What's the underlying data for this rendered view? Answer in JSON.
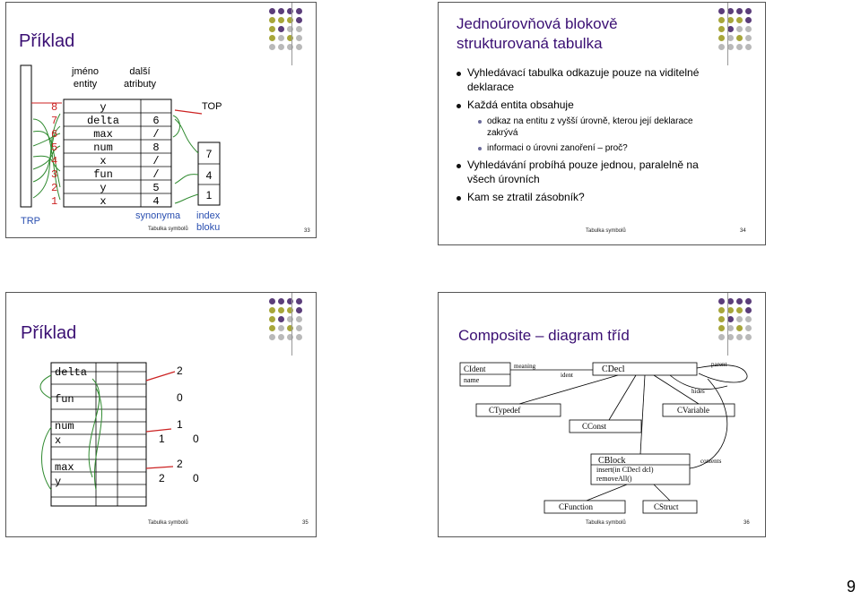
{
  "slide33": {
    "title": "Příklad",
    "col_header_1": "jméno entity",
    "col_header_2": "další atributy",
    "rows": [
      {
        "num": "8",
        "name": "y",
        "attr": ""
      },
      {
        "num": "7",
        "name": "delta",
        "attr": "6"
      },
      {
        "num": "6",
        "name": "max",
        "attr": "/"
      },
      {
        "num": "5",
        "name": "num",
        "attr": "8"
      },
      {
        "num": "4",
        "name": "x",
        "attr": "/"
      },
      {
        "num": "3",
        "name": "fun",
        "attr": "/"
      },
      {
        "num": "2",
        "name": "y",
        "attr": "5"
      },
      {
        "num": "1",
        "name": "x",
        "attr": "4"
      }
    ],
    "top_label": "TOP",
    "stack_values": [
      "7",
      "4",
      "1"
    ],
    "trp_label": "TRP",
    "synonyma_label": "synonyma",
    "index_label_1": "index",
    "index_label_2": "bloku",
    "footer": "Tabulka symbolů",
    "page": "33"
  },
  "slide34": {
    "title_line1": "Jednoúrovňová blokově",
    "title_line2": "strukturovaná tabulka",
    "bullets": [
      {
        "text": "Vyhledávací tabulka odkazuje pouze na viditelné deklarace",
        "level": 1
      },
      {
        "text": "Každá entita obsahuje",
        "level": 1
      },
      {
        "text": "odkaz na entitu z vyšší úrovně, kterou její deklarace zakrývá",
        "level": 2
      },
      {
        "text": "informaci o úrovni zanoření – proč?",
        "level": 2
      },
      {
        "text": "Vyhledávání probíhá pouze jednou, paralelně na všech úrovních",
        "level": 1
      },
      {
        "text": "Kam se ztratil zásobník?",
        "level": 1
      }
    ],
    "footer": "Tabulka symbolů",
    "page": "34"
  },
  "slide35": {
    "title": "Příklad",
    "cells": [
      "delta",
      "fun",
      "num",
      "x",
      "max",
      "y"
    ],
    "labels": [
      "2",
      "0",
      "1",
      "1",
      "0",
      "2",
      "2",
      "0"
    ],
    "footer": "Tabulka symbolů",
    "page": "35"
  },
  "slide36": {
    "title": "Composite – diagram tříd",
    "classes": [
      "CIdent",
      "name",
      "CDecl",
      "CTypedef",
      "CVariable",
      "CConst",
      "CBlock",
      "insert(in CDecl dcl)",
      "removeAll()",
      "CFunction",
      "CStruct"
    ],
    "edge_labels": [
      "meaning",
      "ident",
      "parent",
      "hides",
      "contents"
    ],
    "footer": "Tabulka symbolů",
    "page": "36"
  },
  "page_number": "9",
  "colors": {
    "title": "#3a0f73",
    "dot_purple": "#5b3d7a",
    "dot_olive": "#a7a63a",
    "dot_gray": "#b9b9b9",
    "arrow_red": "#cc2222",
    "arrow_green": "#2f8a2f"
  }
}
